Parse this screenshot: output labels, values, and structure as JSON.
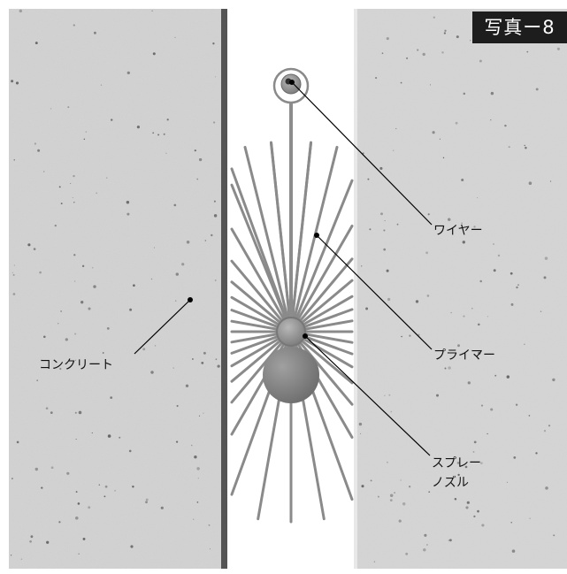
{
  "photo_label": "写真ー8",
  "callouts": {
    "wire": "ワイヤー",
    "primer": "プライマー",
    "concrete": "コンクリート",
    "nozzle_line1": "スプレー",
    "nozzle_line2": "ノズル"
  },
  "colors": {
    "concrete": "#d4d4d4",
    "joint_gap": "#ffffff",
    "spray": "#8a8a8a",
    "leader_line": "#000000"
  }
}
